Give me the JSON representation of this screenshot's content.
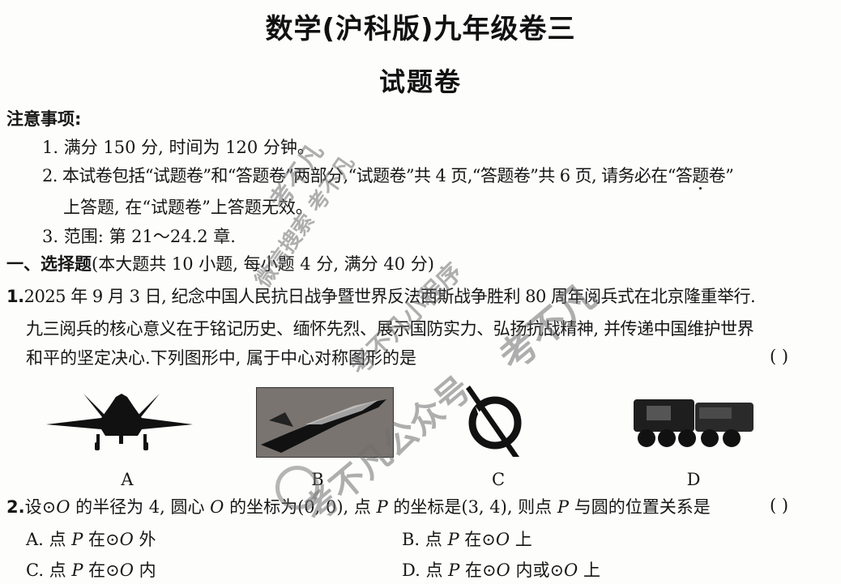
{
  "header": {
    "title": "数学(沪科版)九年级卷三",
    "subtitle": "试题卷"
  },
  "notice": {
    "heading": "注意事项:",
    "items": [
      "1. 满分 150 分, 时间为 120 分钟。",
      "2. 本试卷包括“试题卷”和“答题卷”两部分,“试题卷”共 4 页,“答题卷”共 6 页, 请务必在“",
      "答题卷",
      "”",
      "上答题, 在“试题卷”上答题无效。",
      "3. 范围: 第 21～24.2 章."
    ]
  },
  "section1": {
    "heading_bold": "一、选择题",
    "heading_rest": "(本大题共 10 小题, 每小题 4 分, 满分 40 分)"
  },
  "q1": {
    "number": "1.",
    "line1": "2025 年 9 月 3 日, 纪念中国人民抗日战争暨世界反法西斯战争胜利 80 周年阅兵式在北京隆重举行.",
    "line2": "九三阅兵的核心意义在于铭记历史、缅怀先烈、展示国防实力、弘扬抗战精神, 并传递中国维护世界",
    "line3": "和平的坚定决心.下列图形中, 属于中心对称图形的是",
    "answer_paren": "(        )",
    "figures": [
      {
        "label": "A",
        "desc": "fighter jet front silhouette"
      },
      {
        "label": "B",
        "desc": "fighter jet photo in frame"
      },
      {
        "label": "C",
        "desc": "circle with diagonal slash symbol"
      },
      {
        "label": "D",
        "desc": "military truck"
      }
    ]
  },
  "q2": {
    "number": "2.",
    "stem_a": "设⊙",
    "stem_b": "O",
    "stem_c": " 的半径为 4, 圆心 ",
    "stem_d": "O",
    "stem_e": " 的坐标为(0, 0), 点 ",
    "stem_f": "P",
    "stem_g": " 的坐标是(3, 4), 则点 ",
    "stem_h": "P",
    "stem_i": " 与圆的位置关系是",
    "answer_paren": "(        )",
    "options": [
      {
        "pre": "A. 点 ",
        "p": "P",
        "mid": " 在⊙",
        "o": "O",
        "post": " 外"
      },
      {
        "pre": "B. 点 ",
        "p": "P",
        "mid": " 在⊙",
        "o": "O",
        "post": " 上"
      },
      {
        "pre": "C. 点 ",
        "p": "P",
        "mid": " 在⊙",
        "o": "O",
        "post": " 内"
      },
      {
        "pre": "D. 点 ",
        "p": "P",
        "mid": " 在⊙",
        "o": "O",
        "post": " 内或⊙",
        "o2": "O",
        "post2": " 上"
      }
    ]
  },
  "watermarks": [
    "微信搜索 考不凡",
    "考不凡",
    "考不凡小程序",
    "考不凡",
    "考不凡公众号"
  ]
}
